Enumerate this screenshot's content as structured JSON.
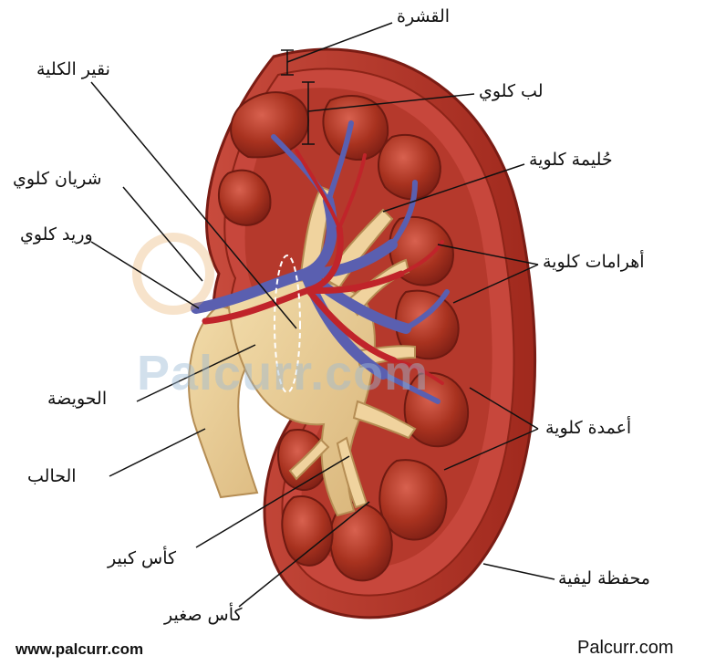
{
  "labels": {
    "cortex": "القشرة",
    "renal_hilum": "نقير الكلية",
    "renal_medulla": "لب كلوي",
    "renal_papilla": "حُليمة كلوية",
    "renal_artery": "شريان كلوي",
    "renal_vein": "وريد كلوي",
    "renal_pyramids": "أهرامات كلوية",
    "renal_pelvis": "الحويضة",
    "renal_columns": "أعمدة كلوية",
    "ureter": "الحالب",
    "major_calyx": "كأس كبير",
    "minor_calyx": "كأس صغير",
    "fibrous_capsule": "محفظة ليفية"
  },
  "footer": {
    "left_url": "www.palcurr.com",
    "right_brand": "Palcurr.com"
  },
  "watermark": {
    "text": "Palcurr.com"
  },
  "colors": {
    "capsule": "#b5382a",
    "cortex": "#c2433a",
    "pyramid": "#a63022",
    "pelvis": "#eccf98",
    "vein": "#5a5fb0",
    "artery": "#c0242a"
  }
}
